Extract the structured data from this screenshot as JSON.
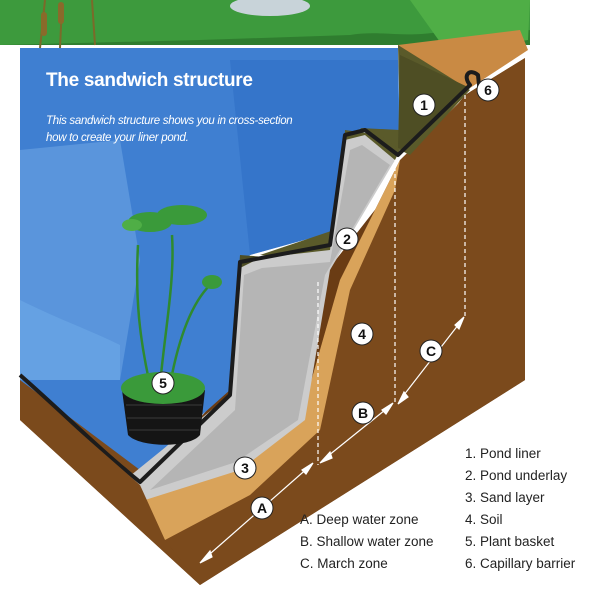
{
  "title": "The sandwich structure",
  "subtitle": "This sandwich structure shows you in cross-section how to create your liner pond.",
  "layer_markers": [
    "1",
    "2",
    "3",
    "4",
    "5",
    "6"
  ],
  "zone_markers": [
    "A",
    "B",
    "C"
  ],
  "zones_legend": [
    "A. Deep water zone",
    "B. Shallow water zone",
    "C. March zone"
  ],
  "layers_legend": [
    "1. Pond liner",
    "2. Pond underlay",
    "3. Sand layer",
    "4. Soil",
    "5. Plant basket",
    "6. Capillary barrier"
  ],
  "colors": {
    "water": "#3f7fd1",
    "water_light": "#6aa6e6",
    "soil": "#7b4a1c",
    "soil_dark": "#5c3412",
    "sand": "#d9a35a",
    "underlay": "#c9c9c9",
    "liner": "#1c1c1c",
    "grass_top": "#5a5a2a",
    "vegetation": "#3a9a3a"
  }
}
